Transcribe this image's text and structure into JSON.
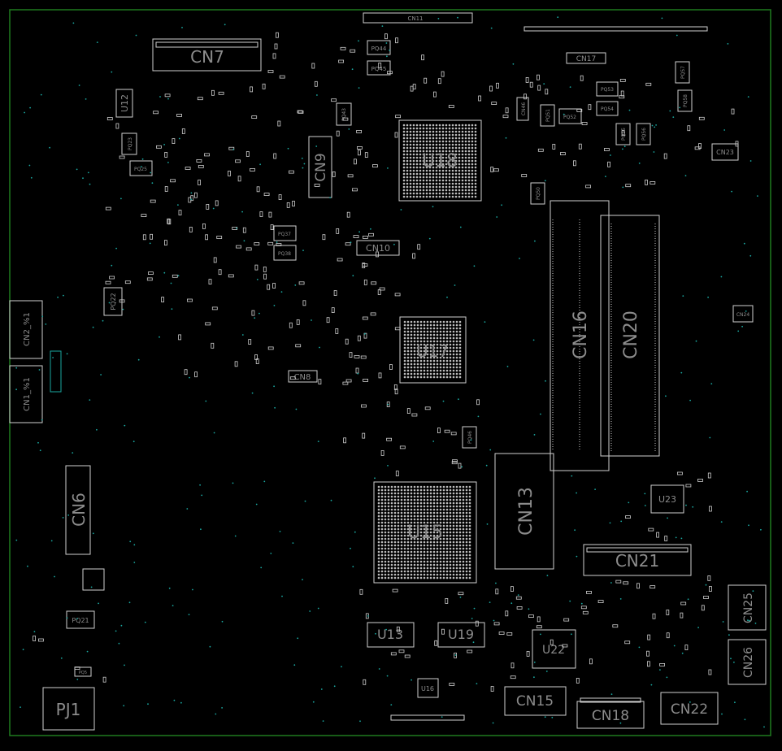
{
  "board": {
    "outline_color": "#1f7a1f",
    "silk_color": "#cfcfcf",
    "label_color": "#8c8c8c",
    "via_color": "#1aa7a0"
  },
  "components": {
    "cn11": "CN11",
    "cn7": "CN7",
    "cn17": "CN17",
    "u12": "U12",
    "pq44": "PQ44",
    "pq45": "PQ45",
    "pq43": "PQ43",
    "pq53": "PQ53",
    "pq54": "PQ54",
    "pq57": "PQ57",
    "pq58": "PQ58",
    "pq51": "PQ51",
    "pq52": "PQ52",
    "cn46": "CN46",
    "pq55": "PQ55",
    "pq56": "PQ56",
    "cn23": "CN23",
    "pq23": "PQ23",
    "pq25": "PQ25",
    "cn9": "CN9",
    "u18": "U18",
    "pq50": "PQ50",
    "pq37": "PQ37",
    "pq38": "PQ38",
    "cn10": "CN10",
    "cn16": "CN16",
    "cn20": "CN20",
    "cn24": "CN24",
    "cn2": "CN2_%1",
    "cn1": "CN1_%1",
    "pq22": "PQ22",
    "u17": "U17",
    "cn8": "CN8",
    "pq46": "PQ46",
    "cn6": "CN6",
    "cn13": "CN13",
    "u23": "U23",
    "u15": "U15",
    "cn21": "CN21",
    "pq21": "PQ21",
    "cn25": "CN25",
    "u13": "U13",
    "u19": "U19",
    "u22": "U22",
    "cn26": "CN26",
    "pq5": "PQ5",
    "u16": "U16",
    "pj1": "PJ1",
    "cn15": "CN15",
    "cn18": "CN18",
    "cn22": "CN22"
  }
}
